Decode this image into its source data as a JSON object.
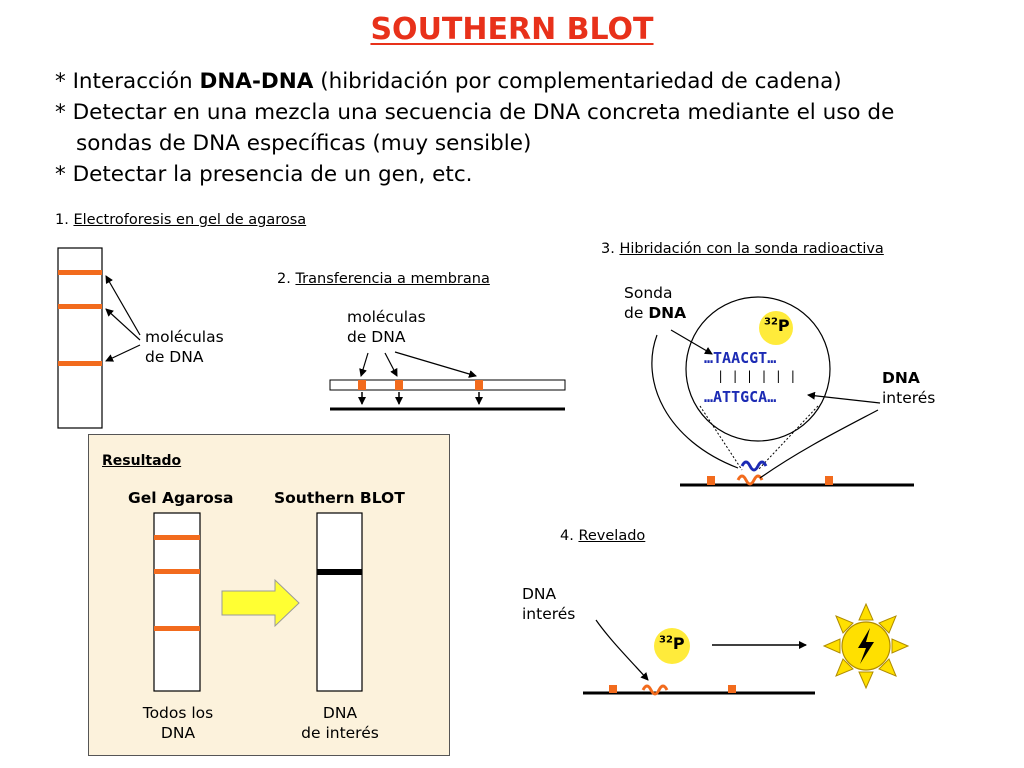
{
  "title": "SOUTHERN BLOT",
  "bullets": [
    {
      "star": "* ",
      "pre": "Interacción ",
      "bold": "DNA-DNA",
      "post": " (hibridación por complementariedad de cadena)"
    },
    {
      "star": "* ",
      "pre": "Detectar en una mezcla una secuencia de DNA concreta mediante el uso de",
      "bold": "",
      "post": ""
    },
    {
      "star": "",
      "pre": "sondas de DNA específicas (muy sensible)",
      "bold": "",
      "post": ""
    },
    {
      "star": "* ",
      "pre": "Detectar la presencia de un gen, etc.",
      "bold": "",
      "post": ""
    }
  ],
  "step1": {
    "num": "1",
    "label": "Electroforesis en gel de agarosa",
    "molecules_line1": "moléculas",
    "molecules_line2": "de DNA"
  },
  "step2": {
    "num": "2",
    "label": "Transferencia a membrana",
    "molecules_line1": "moléculas",
    "molecules_line2": "de DNA"
  },
  "step3": {
    "num": "3",
    "label": "Hibridación con la sonda radioactiva",
    "probe_line1": "Sonda",
    "probe_line2_pre": "de ",
    "probe_line2_bold": "DNA",
    "isotope_sup": "32",
    "isotope_el": "P",
    "seq_top": "…TAACGT…",
    "seq_bars": "| | | | | |",
    "seq_bottom": "…ATTGCA…",
    "target_line1": "DNA",
    "target_line2": "interés"
  },
  "step4": {
    "num": "4",
    "label": "Revelado",
    "target_line1": "DNA",
    "target_line2": "interés",
    "isotope_sup": "32",
    "isotope_el": "P"
  },
  "result": {
    "heading": "Resultado",
    "gel_label": "Gel Agarosa",
    "blot_label": "Southern BLOT",
    "gel_caption_line1": "Todos los",
    "gel_caption_line2": "DNA",
    "blot_caption_line1": "DNA",
    "blot_caption_line2": "de interés"
  },
  "colors": {
    "title": "#e8311a",
    "band": "#f26b1d",
    "sequence": "#1c2bb4",
    "arrow_fill": "#ffff33",
    "isotope_circle": "#ffeb3b",
    "sun": "#ffe000",
    "result_bg": "#fcf2dc"
  }
}
